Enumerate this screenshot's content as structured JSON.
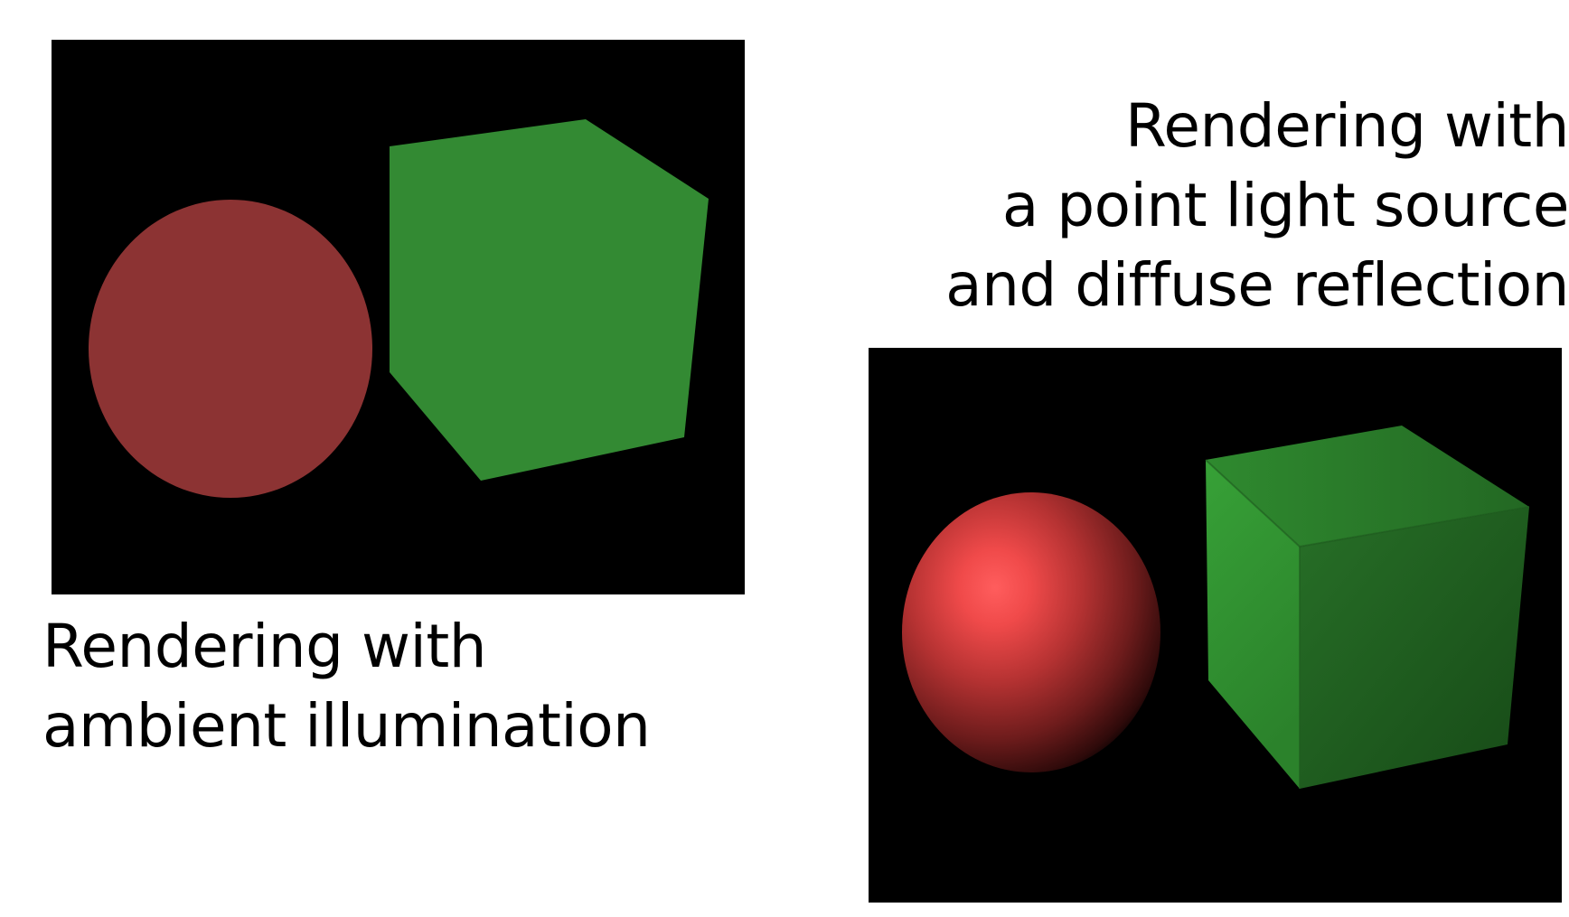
{
  "captions": {
    "ambient": {
      "line1": "Rendering with",
      "line2": "ambient illumination"
    },
    "diffuse": {
      "line1": "Rendering with",
      "line2": "a point light source",
      "line3": "and diffuse reflection"
    }
  },
  "scene_colors": {
    "background": "#000000",
    "ambient_sphere": "#8c3333",
    "ambient_cube": "#338a33",
    "diffuse_sphere_highlight": "#ff5a5a",
    "diffuse_cube_front": "#2f8f2f"
  }
}
